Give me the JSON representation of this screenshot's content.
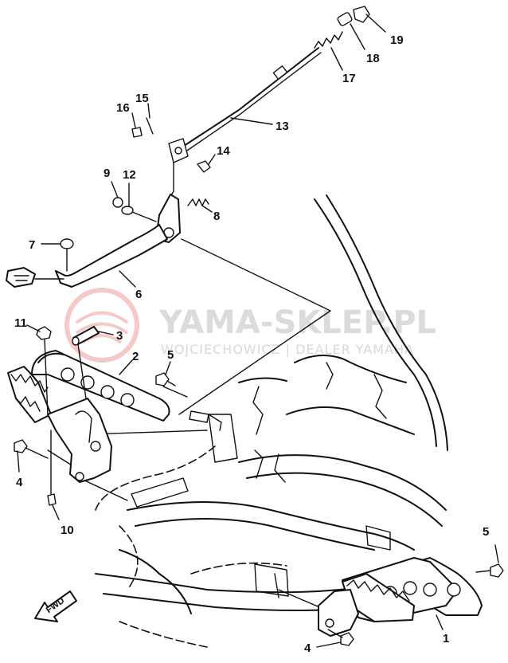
{
  "watermark": {
    "brand": "YAMA-SKLEP.PL",
    "dealer": "WOJCIECHOWICZ | DEALER YAMAHA",
    "logo_color": "#e53935"
  },
  "direction_label": "FWD",
  "parts": [
    {
      "id": "1",
      "name": "footrest-right"
    },
    {
      "id": "2",
      "name": "footrest-left"
    },
    {
      "id": "3",
      "name": "pin"
    },
    {
      "id": "4",
      "name": "bolt-footrest"
    },
    {
      "id": "4",
      "name": "bolt-footrest-right"
    },
    {
      "id": "5",
      "name": "bolt"
    },
    {
      "id": "5",
      "name": "bolt-right"
    },
    {
      "id": "6",
      "name": "brake-pedal"
    },
    {
      "id": "7",
      "name": "pedal-pad"
    },
    {
      "id": "8",
      "name": "spring"
    },
    {
      "id": "9",
      "name": "nut"
    },
    {
      "id": "10",
      "name": "bolt-lower"
    },
    {
      "id": "11",
      "name": "nut-top"
    },
    {
      "id": "12",
      "name": "washer"
    },
    {
      "id": "13",
      "name": "brake-rod"
    },
    {
      "id": "14",
      "name": "nut-rod"
    },
    {
      "id": "15",
      "name": "cotter-pin"
    },
    {
      "id": "16",
      "name": "washer-pin"
    },
    {
      "id": "17",
      "name": "adjuster"
    },
    {
      "id": "18",
      "name": "rod-spring"
    },
    {
      "id": "19",
      "name": "adjust-nut"
    }
  ]
}
